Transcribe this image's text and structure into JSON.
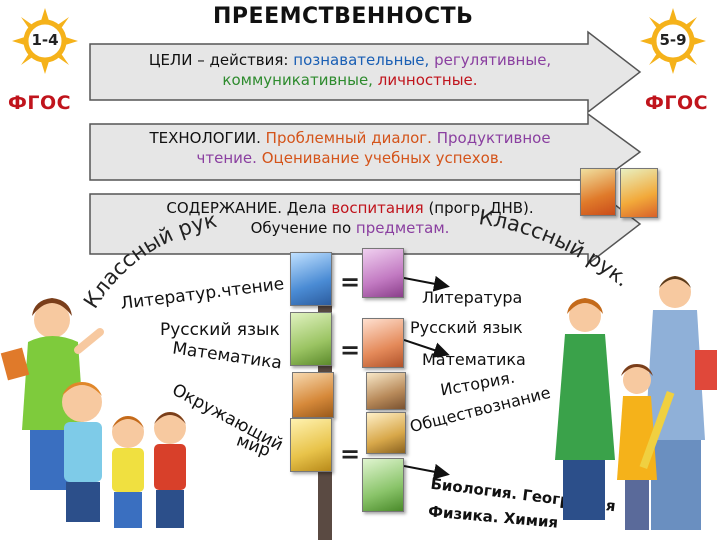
{
  "title": "ПРЕЕМСТВЕННОСТЬ",
  "left_badge": {
    "grades": "1-4",
    "standard": "ФГОС"
  },
  "right_badge": {
    "grades": "5-9",
    "standard": "ФГОС"
  },
  "goals": {
    "prefix": "ЦЕЛИ – действия:",
    "cognitive": "познавательные,",
    "regulatory": "регулятивные,",
    "communicative": "коммуникативные,",
    "personal": "личностные."
  },
  "technologies": {
    "prefix": "ТЕХНОЛОГИИ.",
    "problem_dialog": "Проблемный диалог.",
    "productive": "Продуктивное",
    "reading": "чтение.",
    "assessment": "Оценивание учебных успехов."
  },
  "content": {
    "prefix": "СОДЕРЖАНИЕ. Дела",
    "upbringing": "воспитания",
    "program": "(прогр. ДНВ).",
    "learning": "Обучение по",
    "subjects_word": "предметам.",
    "class_teacher_left": "Классный рук.",
    "class_teacher_right": "Классный рук."
  },
  "primary_subjects": [
    "Литератур.чтение",
    "Русский язык",
    "Математика",
    "Окружающий",
    "мир"
  ],
  "secondary_subjects": [
    "Литература",
    "Русский язык",
    "Математика",
    "История.",
    "Обществознание",
    "Биология. География",
    "Физика. Химия"
  ],
  "equals": [
    "=",
    "=",
    "="
  ],
  "colors": {
    "arrow_fill": "#e6e6e6",
    "arrow_stroke": "#555555",
    "sun": "#f5b21a",
    "fgos": "#c0141c",
    "pillar": "#5a4a42"
  }
}
